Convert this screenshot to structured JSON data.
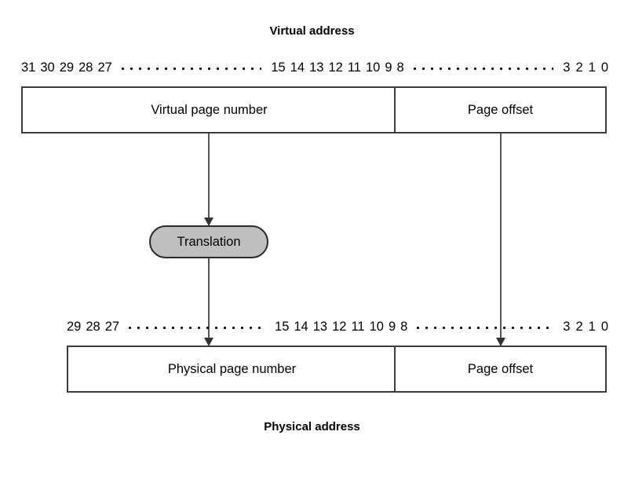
{
  "diagram": {
    "titles": {
      "virtual": "Virtual address",
      "physical": "Physical address"
    },
    "virtual_bits": {
      "left_group": [
        "31",
        "30",
        "29",
        "28",
        "27"
      ],
      "mid_group": [
        "15",
        "14",
        "13",
        "12",
        "11",
        "10",
        "9",
        "8"
      ],
      "right_group": [
        "3",
        "2",
        "1",
        "0"
      ]
    },
    "physical_bits": {
      "left_group": [
        "29",
        "28",
        "27"
      ],
      "mid_group": [
        "15",
        "14",
        "13",
        "12",
        "11",
        "10",
        "9",
        "8"
      ],
      "right_group": [
        "3",
        "2",
        "1",
        "0"
      ]
    },
    "virtual_fields": {
      "page_number": "Virtual page number",
      "page_offset": "Page offset"
    },
    "physical_fields": {
      "page_number": "Physical page number",
      "page_offset": "Page offset"
    },
    "translation_label": "Translation",
    "colors": {
      "pill_fill": "#bfbfbf",
      "box_stroke": "#3b3b3b",
      "line": "#555555",
      "text": "#000000"
    }
  }
}
